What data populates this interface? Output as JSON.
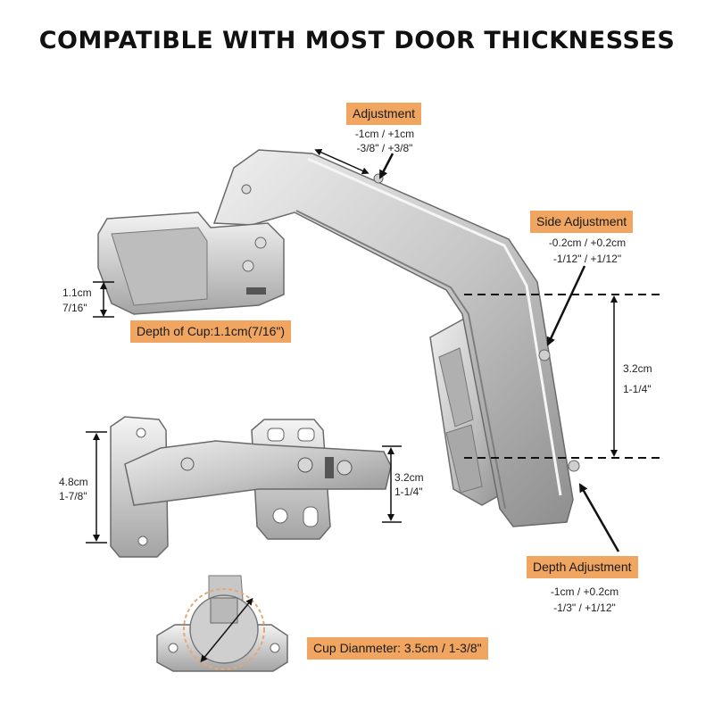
{
  "title": "COMPATIBLE WITH MOST DOOR THICKNESSES",
  "callouts": {
    "adjustment": {
      "label": "Adjustment",
      "line1": "-1cm / +1cm",
      "line2": "-3/8\" / +3/8\""
    },
    "side_adjustment": {
      "label": "Side Adjustment",
      "line1": "-0.2cm / +0.2cm",
      "line2": "-1/12\" / +1/12\""
    },
    "depth_adjustment": {
      "label": "Depth Adjustment",
      "line1": "-1cm / +0.2cm",
      "line2": "-1/3\" / +1/12\""
    },
    "cup_depth": {
      "label": "Depth of Cup:1.1cm(7/16\")",
      "line1": "1.1cm",
      "line2": "7/16\""
    },
    "cup_diameter": {
      "label": "Cup Dianmeter: 3.5cm / 1-3/8\""
    }
  },
  "dimensions": {
    "arm_height": {
      "line1": "3.2cm",
      "line2": "1-1/4\""
    },
    "plate_height": {
      "line1": "4.8cm",
      "line2": "1-7/8\""
    },
    "small_arm_height": {
      "line1": "3.2cm",
      "line2": "1-1/4\""
    }
  },
  "colors": {
    "label_bg": "#f0a560",
    "metal": "#c9c9c9",
    "metal_dark": "#8d8d8d",
    "dimension_line": "#111111",
    "cup_circle": "#e8a772"
  }
}
